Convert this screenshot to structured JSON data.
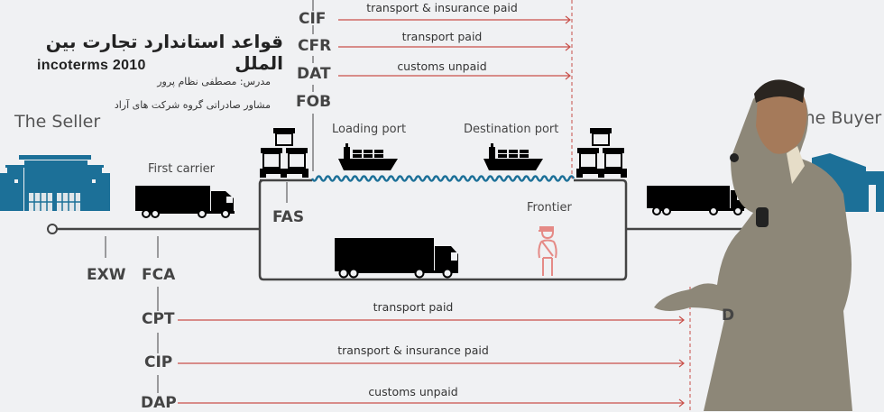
{
  "header": {
    "title_fa": "قواعد استاندارد تجارت بین الملل",
    "subtitle": "incoterms 2010",
    "lecturer": "مدرس: مصطفی نظام پرور",
    "role": "مشاور صادراتی گروه شرکت های آراد"
  },
  "parties": {
    "seller": "The Seller",
    "buyer": "The Buyer"
  },
  "places": {
    "first_carrier": "First carrier",
    "loading_port": "Loading port",
    "destination_port": "Destination port",
    "frontier": "Frontier"
  },
  "terms": {
    "exw": "EXW",
    "fca": "FCA",
    "fas": "FAS",
    "fob": "FOB",
    "dat": "DAT",
    "cfr": "CFR",
    "cif": "CIF",
    "cpt": "CPT",
    "cip": "CIP",
    "dap": "DAP",
    "ddp_partial": "D"
  },
  "sea_arrows": [
    {
      "term": "CIF",
      "label": "transport & insurance paid"
    },
    {
      "term": "CFR",
      "label": "transport paid"
    },
    {
      "term": "DAT",
      "label": "customs unpaid"
    }
  ],
  "land_arrows": [
    {
      "term": "CPT",
      "label": "transport paid"
    },
    {
      "term": "CIP",
      "label": "transport & insurance paid"
    },
    {
      "term": "DAP",
      "label": "customs unpaid"
    }
  ],
  "colors": {
    "building": "#1c7098",
    "arrow": "#c9504a",
    "water": "#1c7098",
    "frontier_guard": "#e58a86",
    "line": "#444444"
  },
  "icons": {
    "seller_building": "warehouse-icon",
    "buyer_building": "warehouse-icon",
    "truck": "truck-icon",
    "ship": "cargo-ship-icon",
    "crates": "crates-pallet-icon",
    "guard": "customs-officer-icon",
    "person": "presenter-photo"
  }
}
